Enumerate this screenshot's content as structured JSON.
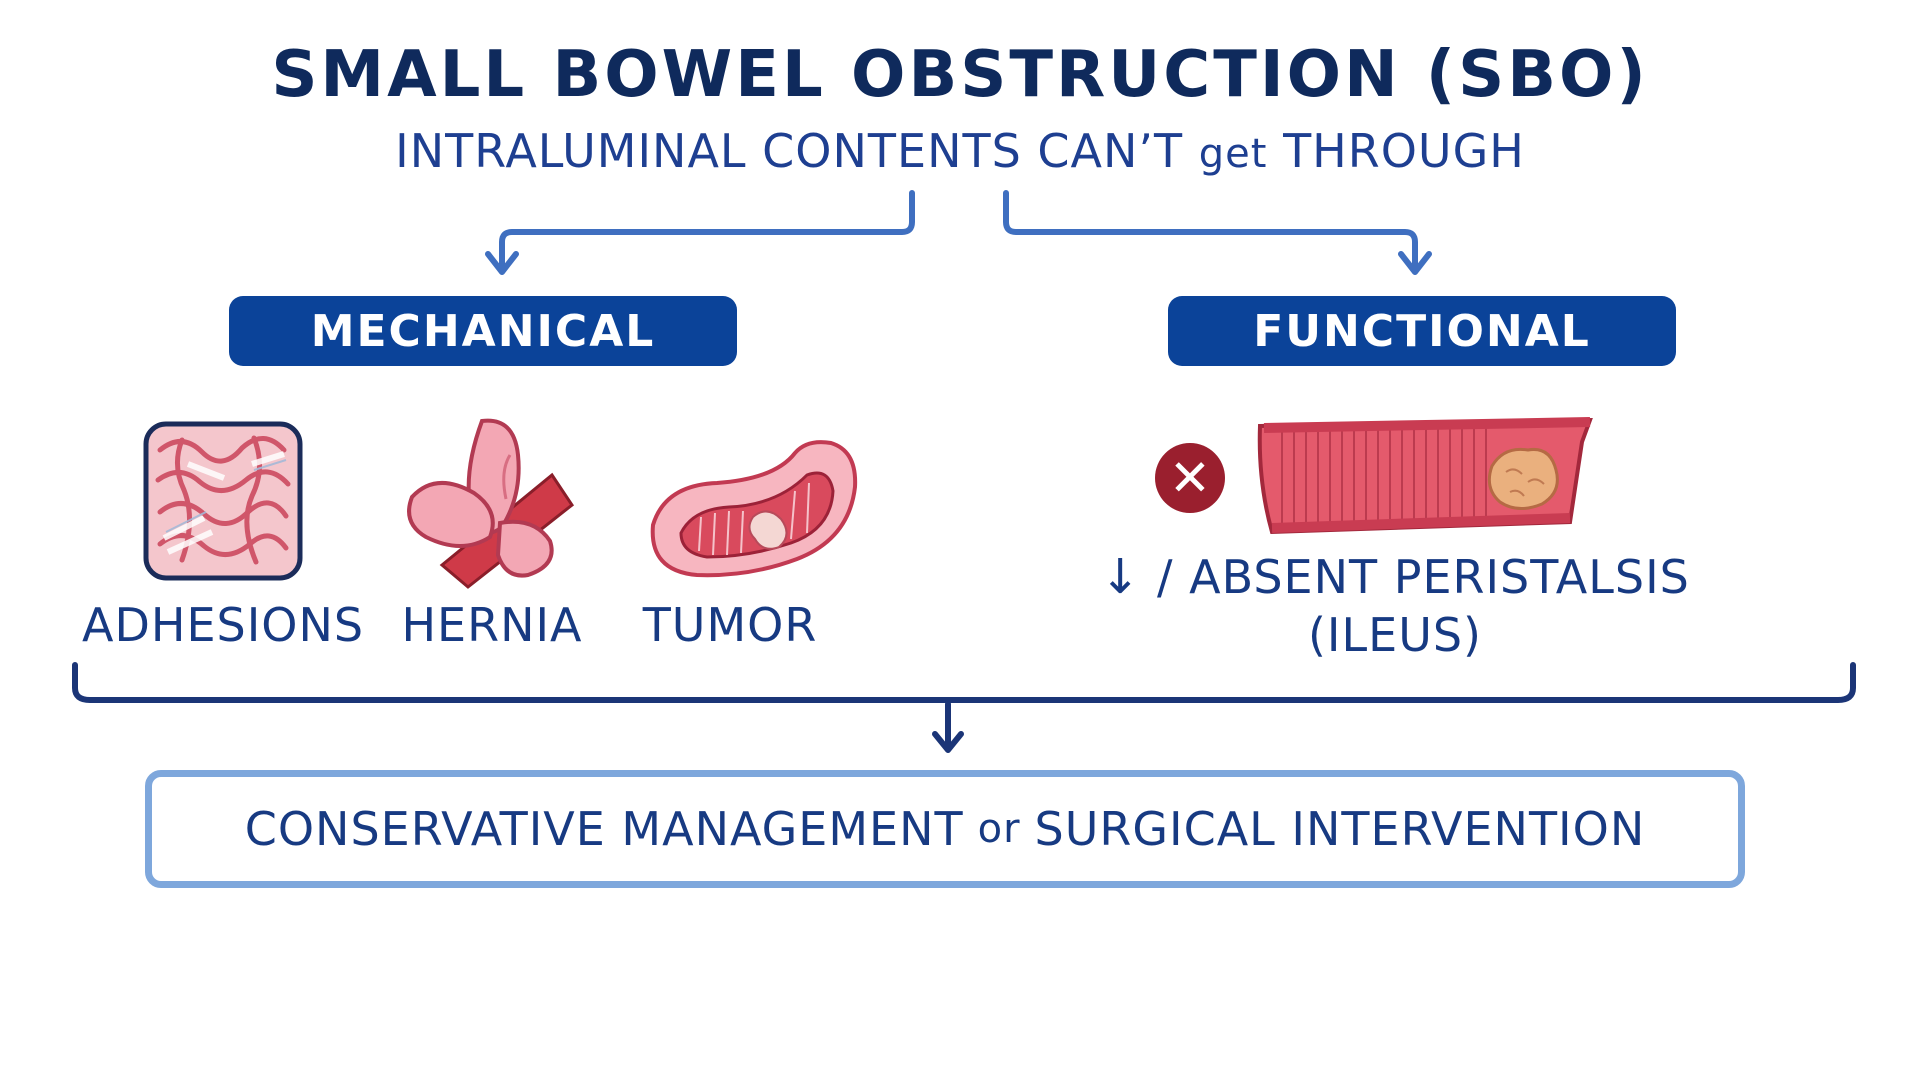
{
  "title": "SMALL BOWEL OBSTRUCTION (SBO)",
  "subtitle": {
    "part1": "INTRALUMINAL CONTENTS CAN’T",
    "part2": "get",
    "part3": "THROUGH"
  },
  "categories": [
    {
      "label": "MECHANICAL",
      "causes": [
        "ADHESIONS",
        "HERNIA",
        "TUMOR"
      ]
    },
    {
      "label": "FUNCTIONAL",
      "arrow": "↓",
      "line1": "/ ABSENT PERISTALSIS",
      "line2": "(ILEUS)"
    }
  ],
  "outcome": {
    "part1": "CONSERVATIVE MANAGEMENT",
    "conjunction": "or",
    "part2": "SURGICAL INTERVENTION"
  },
  "colors": {
    "navy": "#0f2a5c",
    "blue_text": "#1e3f91",
    "category_fill": "#0b4399",
    "connector": "#3f6fc0",
    "outcome_border": "#7ea7dc",
    "bowel_pink": "#e0606f",
    "bowel_light": "#f2a9b3",
    "cross_red": "#9a1f2e",
    "mass_tan": "#e9a878"
  },
  "icons": [
    "adhesions-illustration",
    "hernia-illustration",
    "tumor-illustration",
    "not-icon",
    "ileus-illustration"
  ]
}
